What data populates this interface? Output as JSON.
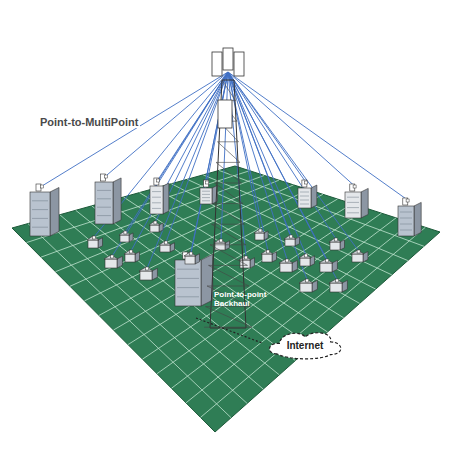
{
  "diagram": {
    "title": "Point-to-MultiPoint",
    "nodes": [
      {
        "text": [
          "Internet"
        ]
      }
    ],
    "labels": [
      "Point-to-point Backhaul"
    ]
  }
}
